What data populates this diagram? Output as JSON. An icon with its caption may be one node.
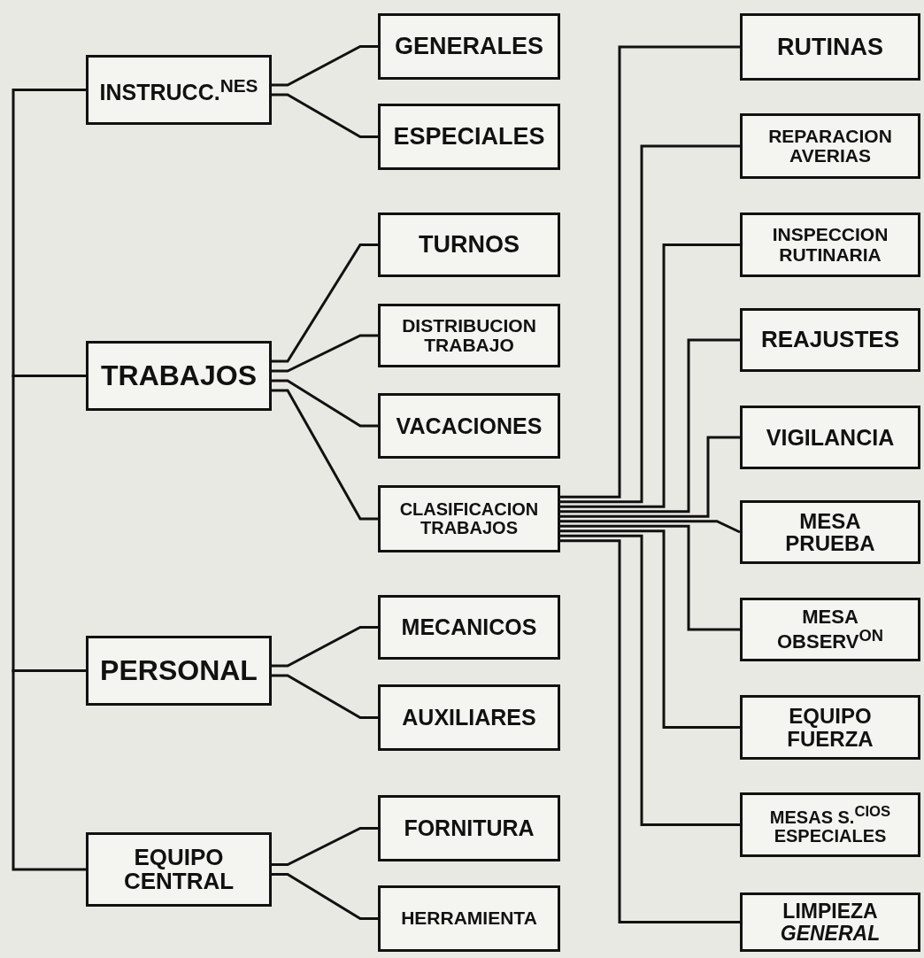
{
  "diagram": {
    "nodes": [
      {
        "text": [
          "INSTRUCC.$^{NES}$"
        ]
      },
      {
        "text": [
          "GENERALES"
        ]
      },
      {
        "text": [
          "ESPECIALES"
        ]
      },
      {
        "text": [
          "TRABAJOS"
        ]
      },
      {
        "text": [
          "TURNOS"
        ]
      },
      {
        "text": [
          "DISTRIBUCION TRABAJO"
        ]
      },
      {
        "text": [
          "VACACIONES"
        ]
      },
      {
        "text": [
          "CLASIFICACION TRABAJOS"
        ]
      },
      {
        "text": [
          "PERSONAL"
        ]
      },
      {
        "text": [
          "MECANICOS"
        ]
      },
      {
        "text": [
          "AUXILIARES"
        ]
      },
      {
        "text": [
          "EQUIPO CENTRAL"
        ]
      },
      {
        "text": [
          "FORNITURA"
        ]
      },
      {
        "text": [
          "HERRAMIENTA"
        ]
      },
      {
        "text": [
          "RUTINAS"
        ]
      },
      {
        "text": [
          "REPARACION AVERIAS"
        ]
      },
      {
        "text": [
          "INSPECCION RUTINARIA"
        ]
      },
      {
        "text": [
          "REAJUSTES"
        ]
      },
      {
        "text": [
          "VIGILANCIA"
        ]
      },
      {
        "text": [
          "MESA PRUEBA"
        ]
      },
      {
        "text": [
          "MESA OBSERV$^{ON}$"
        ]
      },
      {
        "text": [
          "EQUIPO FUERZA"
        ]
      },
      {
        "text": [
          "MESAS S.$^{CIOS}$ ESPECIALES"
        ]
      },
      {
        "text": [
          "LIMPIEZA *GENERAL*"
        ]
      }
    ],
    "edges": [
      {
        "from": 0,
        "to": 3,
        "arrow": "none"
      },
      {
        "from": 3,
        "to": 8,
        "arrow": "none"
      },
      {
        "from": 8,
        "to": 11,
        "arrow": "none"
      },
      {
        "from": 0,
        "to": 1,
        "arrow": "none"
      },
      {
        "from": 0,
        "to": 2,
        "arrow": "none"
      },
      {
        "from": 3,
        "to": 4,
        "arrow": "none"
      },
      {
        "from": 3,
        "to": 5,
        "arrow": "none"
      },
      {
        "from": 3,
        "to": 6,
        "arrow": "none"
      },
      {
        "from": 3,
        "to": 7,
        "arrow": "none"
      },
      {
        "from": 8,
        "to": 9,
        "arrow": "none"
      },
      {
        "from": 8,
        "to": 10,
        "arrow": "none"
      },
      {
        "from": 11,
        "to": 12,
        "arrow": "none"
      },
      {
        "from": 11,
        "to": 13,
        "arrow": "none"
      },
      {
        "from": 7,
        "to": 14,
        "arrow": "none"
      },
      {
        "from": 7,
        "to": 15,
        "arrow": "none"
      },
      {
        "from": 7,
        "to": 16,
        "arrow": "none"
      },
      {
        "from": 7,
        "to": 17,
        "arrow": "none"
      },
      {
        "from": 7,
        "to": 18,
        "arrow": "none"
      },
      {
        "from": 7,
        "to": 19,
        "arrow": "none"
      },
      {
        "from": 7,
        "to": 20,
        "arrow": "none"
      },
      {
        "from": 7,
        "to": 21,
        "arrow": "none"
      },
      {
        "from": 7,
        "to": 22,
        "arrow": "none"
      },
      {
        "from": 7,
        "to": 23,
        "arrow": "none"
      }
    ]
  }
}
